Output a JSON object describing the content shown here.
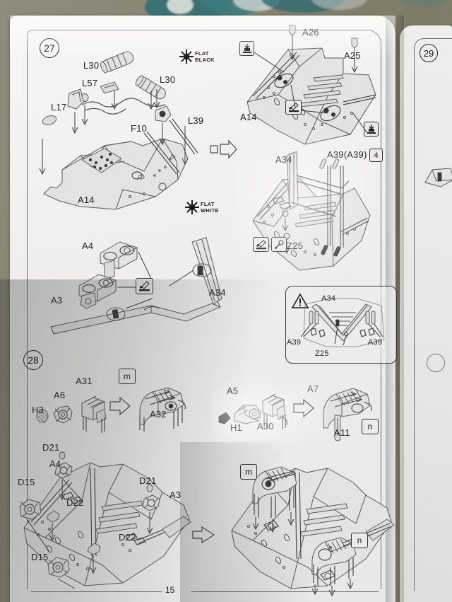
{
  "document": {
    "type": "model-kit-instruction-manual",
    "page_number": "15",
    "sheen_note": ""
  },
  "steps": [
    {
      "id": "27",
      "number": "27"
    },
    {
      "id": "28",
      "number": "28"
    },
    {
      "id": "29",
      "number": "29"
    }
  ],
  "step27": {
    "number": "27",
    "paint_callouts": [
      {
        "id": "flat-black",
        "line1": "FLAT",
        "line2": "BLACK"
      },
      {
        "id": "flat-white",
        "line1": "FLAT",
        "line2": "WHITE"
      }
    ],
    "sub_a": {
      "labels": [
        {
          "id": "L30-upper",
          "text": "L30"
        },
        {
          "id": "L30-right",
          "text": "L30"
        },
        {
          "id": "L57",
          "text": "L57"
        },
        {
          "id": "L17",
          "text": "L17"
        },
        {
          "id": "F10",
          "text": "F10"
        },
        {
          "id": "L39",
          "text": "L39"
        },
        {
          "id": "A14",
          "text": "A14"
        }
      ]
    },
    "sub_b": {
      "labels": [
        {
          "id": "A26",
          "text": "A26"
        },
        {
          "id": "A25",
          "text": "A25"
        },
        {
          "id": "A14",
          "text": "A14"
        }
      ],
      "icons": [
        {
          "id": "press-fit-top",
          "name": "press-fit-icon"
        },
        {
          "id": "press-fit-bottom",
          "name": "press-fit-icon"
        },
        {
          "id": "cement-center",
          "name": "cement-icon"
        }
      ]
    },
    "sub_c": {
      "labels": [
        {
          "id": "A34",
          "text": "A34"
        },
        {
          "id": "A39A39",
          "text": "A39(A39)"
        },
        {
          "id": "Z25",
          "text": "Z25"
        }
      ],
      "qty_badge": "4",
      "icons": [
        {
          "id": "cement-icon",
          "name": "cement-icon"
        },
        {
          "id": "pin-vise-icon",
          "name": "pin-vise-icon"
        }
      ]
    },
    "sub_d": {
      "labels": [
        {
          "id": "A4",
          "text": "A4"
        },
        {
          "id": "A3",
          "text": "A3"
        },
        {
          "id": "A34",
          "text": "A34"
        }
      ],
      "icons": [
        {
          "id": "cement-icon",
          "name": "cement-icon"
        }
      ]
    },
    "caution_panel": {
      "warning_icon": "warning-triangle-icon",
      "labels": [
        {
          "id": "A34",
          "text": "A34"
        },
        {
          "id": "A39-left",
          "text": "A39"
        },
        {
          "id": "A39-right",
          "text": "A39"
        },
        {
          "id": "Z25",
          "text": "Z25"
        }
      ]
    }
  },
  "step28": {
    "number": "28",
    "sub_a": {
      "labels": [
        {
          "id": "A31",
          "text": "A31"
        },
        {
          "id": "A6",
          "text": "A6"
        },
        {
          "id": "H3",
          "text": "H3"
        },
        {
          "id": "A32",
          "text": "A32"
        }
      ],
      "key_badge": "m"
    },
    "sub_b": {
      "labels": [
        {
          "id": "A5",
          "text": "A5"
        },
        {
          "id": "H1",
          "text": "H1"
        },
        {
          "id": "A30",
          "text": "A30"
        },
        {
          "id": "A7",
          "text": "A7"
        },
        {
          "id": "A11",
          "text": "A11"
        }
      ],
      "key_badge": "n"
    },
    "sub_c": {
      "labels": [
        {
          "id": "D21-left",
          "text": "D21"
        },
        {
          "id": "A4",
          "text": "A4"
        },
        {
          "id": "D15-upper",
          "text": "D15"
        },
        {
          "id": "D22-upper",
          "text": "D22"
        },
        {
          "id": "D22-lower",
          "text": "D22"
        },
        {
          "id": "D15-lower",
          "text": "D15"
        },
        {
          "id": "D21-right",
          "text": "D21"
        },
        {
          "id": "A3",
          "text": "A3"
        }
      ]
    },
    "sub_d": {
      "key_badges": [
        "m",
        "n"
      ]
    }
  },
  "colors": {
    "paper": "#f3f2f0",
    "ink": "#232323",
    "line": "#555555",
    "desk": "#8d8b7e",
    "accent_teal": "#2f6e76"
  }
}
